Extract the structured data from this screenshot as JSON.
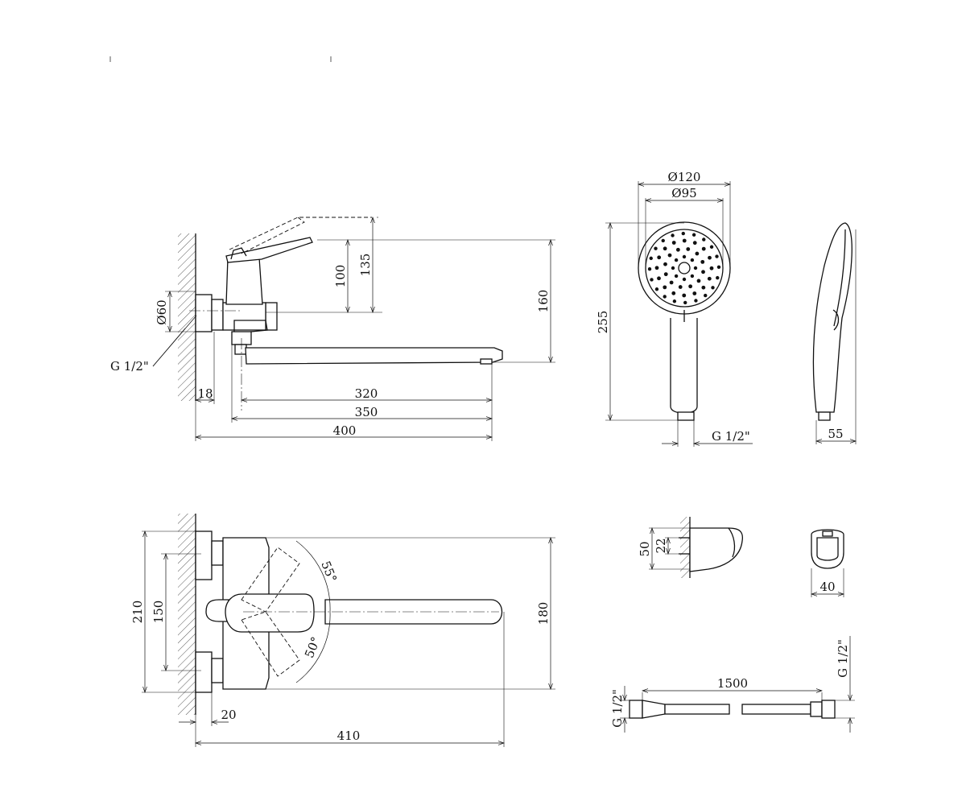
{
  "dimensions": {
    "front_view": {
      "d_outlet_height": "100",
      "d_lever_height": "135",
      "d_total_height": "160",
      "d_eccentric_diameter": "Ø60",
      "d_thread": "G 1/2\"",
      "d_wall_offset": "18",
      "d_spout_320": "320",
      "d_spout_350": "350",
      "d_total_length": "400"
    },
    "hand_shower": {
      "d_head_outer_diameter": "Ø120",
      "d_head_inner_diameter": "Ø95",
      "d_length": "255",
      "d_thread": "G 1/2\"",
      "d_depth": "55"
    },
    "top_view": {
      "d_outer_width": "210",
      "d_inner_width": "150",
      "d_depth": "180",
      "d_angle_upper": "55°",
      "d_angle_lower": "50°",
      "d_wall_offset": "20",
      "d_total_length": "410"
    },
    "wall_holder": {
      "d_height": "50",
      "d_mount_spacing": "22",
      "d_width": "40"
    },
    "hose": {
      "d_length": "1500",
      "d_thread_left": "G 1/2\"",
      "d_thread_right": "G 1/2\""
    }
  }
}
